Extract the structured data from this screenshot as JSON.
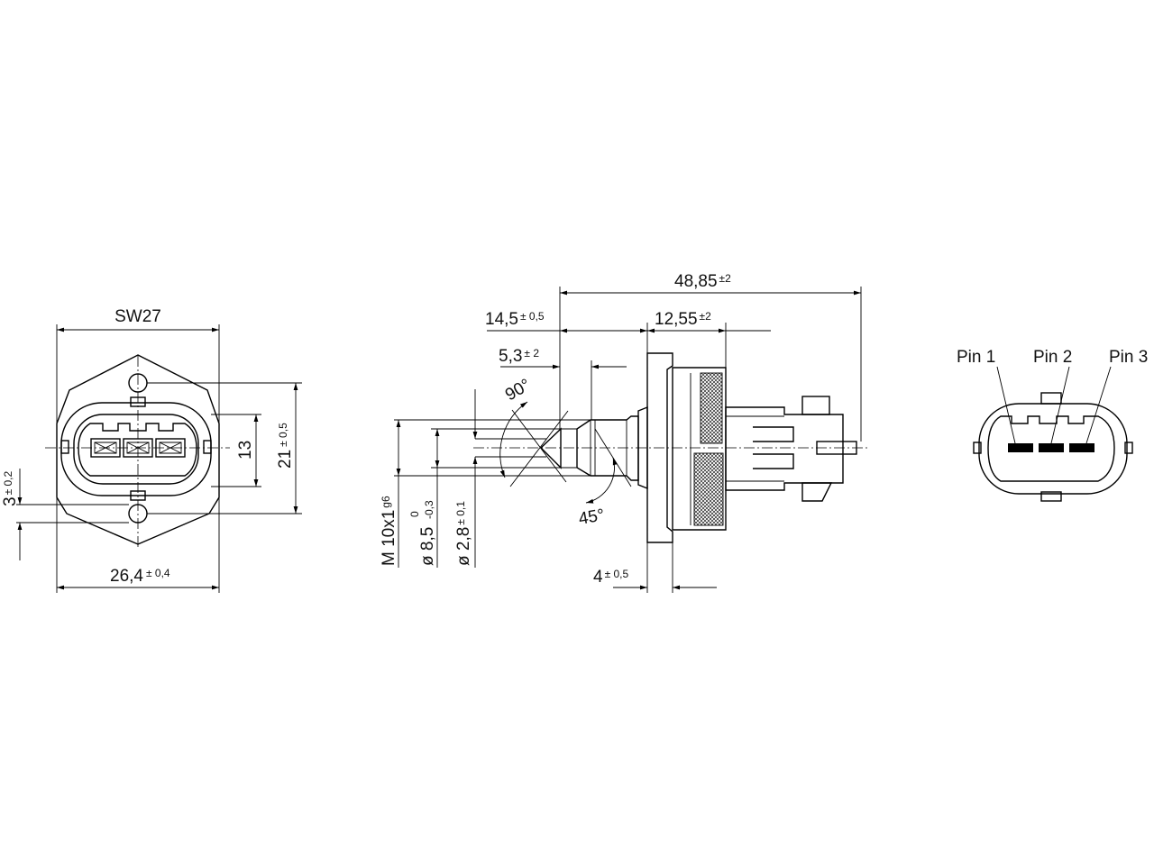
{
  "front_view": {
    "sw_label": "SW27",
    "width_dim": "26,4",
    "width_tol": "± 0,4",
    "pitch_dim": "13",
    "height_dim": "21",
    "height_tol": "± 0,5",
    "offset_dim": "3",
    "offset_tol": "± 0,2"
  },
  "side_view": {
    "overall_dim": "48,85",
    "overall_tol": "±2",
    "thread_len_dim": "14,5",
    "thread_len_tol": "± 0,5",
    "connector_dim": "12,55",
    "connector_tol": "±2",
    "tip_dim": "5,3",
    "tip_tol": "± 2",
    "angle_90": "90°",
    "angle_45": "45°",
    "flange_dim": "4",
    "flange_tol": "± 0,5",
    "thread_label": "M 10x1",
    "thread_sup": "g6",
    "dia1_label": "ø 8,5",
    "dia1_tol_upper": "0",
    "dia1_tol_lower": "-0,3",
    "dia2_label": "ø 2,8",
    "dia2_tol": "± 0,1"
  },
  "pin_view": {
    "pins": [
      "Pin 1",
      "Pin 2",
      "Pin 3"
    ]
  }
}
